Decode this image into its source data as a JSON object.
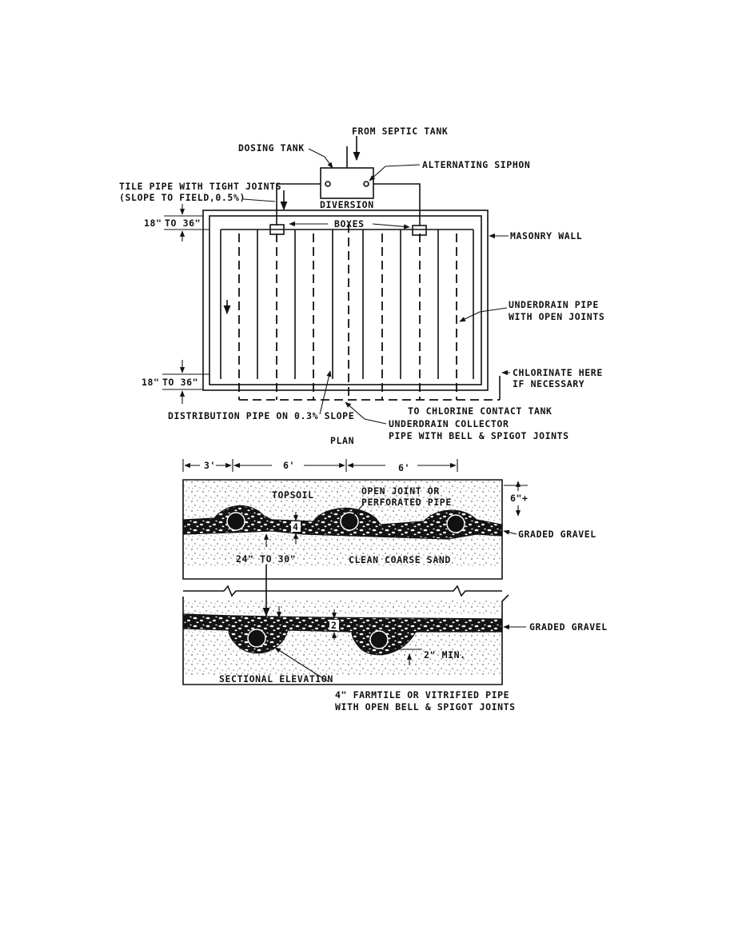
{
  "plan": {
    "from_septic_tank": "FROM SEPTIC TANK",
    "dosing_tank": "DOSING TANK",
    "alternating_siphon": "ALTERNATING SIPHON",
    "tile_pipe_line1": "TILE PIPE WITH TIGHT JOINTS",
    "tile_pipe_line2": "(SLOPE TO FIELD,0.5%)",
    "diversion": "DIVERSION",
    "boxes": "BOXES",
    "dim_top_a": "18\"",
    "dim_top_b": "TO 36\"",
    "masonry_wall": "MASONRY WALL",
    "underdrain_line1": "UNDERDRAIN PIPE",
    "underdrain_line2": "WITH OPEN JOINTS",
    "chlorinate_line1": "CHLORINATE HERE",
    "chlorinate_line2": "IF NECESSARY",
    "dim_bot_a": "18\"",
    "dim_bot_b": "TO 36\"",
    "to_chlorine": "TO CHLORINE CONTACT TANK",
    "distribution_pipe": "DISTRIBUTION PIPE ON 0.3% SLOPE",
    "collector_line1": "UNDERDRAIN COLLECTOR",
    "collector_line2": "PIPE WITH BELL & SPIGOT JOINTS",
    "plan_label": "PLAN"
  },
  "section": {
    "dim_3": "3'",
    "dim_6a": "6'",
    "dim_6b": "6'",
    "topsoil": "TOPSOIL",
    "open_joint_line1": "OPEN JOINT OR",
    "open_joint_line2": "PERFORATED PIPE",
    "dim_6plus": "6\"+",
    "graded_gravel_1": "GRADED GRAVEL",
    "dim_4": "4",
    "dim_24_30": "24\" TO 30\"",
    "clean_sand": "CLEAN COARSE SAND",
    "graded_gravel_2": "GRADED GRAVEL",
    "dim_2": "2",
    "dim_2min": "2\" MIN.",
    "sectional_elevation": "SECTIONAL ELEVATION",
    "farmtile_line1": "4\" FARMTILE OR VITRIFIED PIPE",
    "farmtile_line2": "WITH OPEN BELL & SPIGOT JOINTS"
  }
}
